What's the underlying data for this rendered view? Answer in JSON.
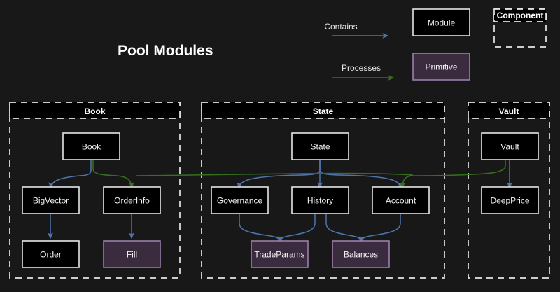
{
  "title": "Pool Modules",
  "legend": {
    "edges": [
      {
        "label": "Contains",
        "color": "#4f74ac",
        "kind": "contains-arrow"
      },
      {
        "label": "Processes",
        "color": "#36701f",
        "kind": "processes-arrow"
      }
    ],
    "shapes": [
      {
        "label": "Module",
        "type": "module",
        "fill": "#000000",
        "border": "#e6e6e6"
      },
      {
        "label": "Primitive",
        "type": "primitive",
        "fill": "#3a2b3f",
        "border": "#9b7fa8"
      },
      {
        "label": "Component",
        "type": "component",
        "fill": "none",
        "border": "#e6e6e6"
      }
    ]
  },
  "groups": [
    {
      "id": "book",
      "title": "Book"
    },
    {
      "id": "state",
      "title": "State"
    },
    {
      "id": "vault",
      "title": "Vault"
    }
  ],
  "nodes": [
    {
      "id": "book",
      "label": "Book",
      "group": "book",
      "type": "module"
    },
    {
      "id": "bigvector",
      "label": "BigVector",
      "group": "book",
      "type": "module"
    },
    {
      "id": "orderinfo",
      "label": "OrderInfo",
      "group": "book",
      "type": "module"
    },
    {
      "id": "order",
      "label": "Order",
      "group": "book",
      "type": "module"
    },
    {
      "id": "fill",
      "label": "Fill",
      "group": "book",
      "type": "primitive"
    },
    {
      "id": "state",
      "label": "State",
      "group": "state",
      "type": "module"
    },
    {
      "id": "governance",
      "label": "Governance",
      "group": "state",
      "type": "module"
    },
    {
      "id": "history",
      "label": "History",
      "group": "state",
      "type": "module"
    },
    {
      "id": "account",
      "label": "Account",
      "group": "state",
      "type": "module"
    },
    {
      "id": "tradeparams",
      "label": "TradeParams",
      "group": "state",
      "type": "primitive"
    },
    {
      "id": "balances",
      "label": "Balances",
      "group": "state",
      "type": "primitive"
    },
    {
      "id": "vault",
      "label": "Vault",
      "group": "vault",
      "type": "module"
    },
    {
      "id": "deepprice",
      "label": "DeepPrice",
      "group": "vault",
      "type": "module"
    }
  ],
  "edges": [
    {
      "from": "book",
      "to": "bigvector",
      "kind": "contains"
    },
    {
      "from": "bigvector",
      "to": "order",
      "kind": "contains"
    },
    {
      "from": "orderinfo",
      "to": "fill",
      "kind": "contains"
    },
    {
      "from": "state",
      "to": "governance",
      "kind": "contains"
    },
    {
      "from": "state",
      "to": "history",
      "kind": "contains"
    },
    {
      "from": "state",
      "to": "account",
      "kind": "contains"
    },
    {
      "from": "governance",
      "to": "tradeparams",
      "kind": "contains"
    },
    {
      "from": "history",
      "to": "tradeparams",
      "kind": "contains"
    },
    {
      "from": "history",
      "to": "balances",
      "kind": "contains"
    },
    {
      "from": "account",
      "to": "balances",
      "kind": "contains"
    },
    {
      "from": "vault",
      "to": "deepprice",
      "kind": "contains"
    },
    {
      "from": "book",
      "to": "orderinfo",
      "kind": "processes"
    },
    {
      "from": "vault",
      "to": "account",
      "kind": "processes"
    }
  ]
}
